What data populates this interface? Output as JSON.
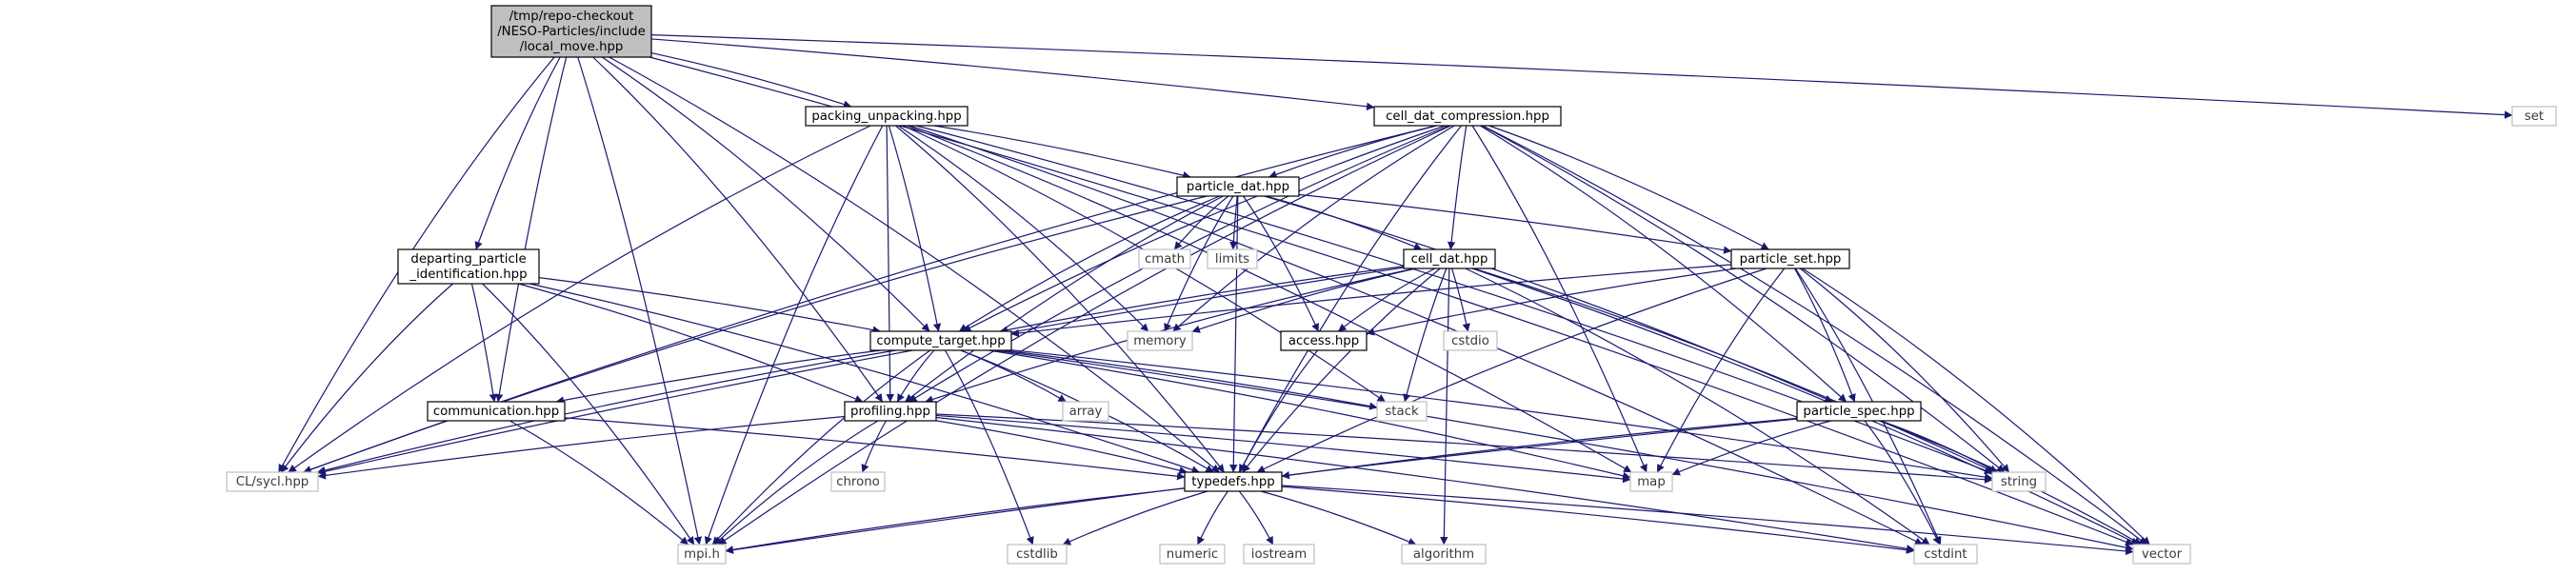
{
  "colors": {
    "edge": "#191970",
    "root_fill": "#bfbfbf",
    "node_border": "#000000",
    "system_border": "#bfbfbf"
  },
  "nodes": [
    {
      "id": "local_move",
      "lines": [
        "/tmp/repo-checkout",
        "/NESO-Particles/include",
        "/local_move.hpp"
      ],
      "kind": "root"
    },
    {
      "id": "packing_unpacking",
      "lines": [
        "packing_unpacking.hpp"
      ],
      "kind": "include"
    },
    {
      "id": "cell_dat_compression",
      "lines": [
        "cell_dat_compression.hpp"
      ],
      "kind": "include"
    },
    {
      "id": "set",
      "lines": [
        "set"
      ],
      "kind": "system"
    },
    {
      "id": "particle_dat",
      "lines": [
        "particle_dat.hpp"
      ],
      "kind": "include"
    },
    {
      "id": "departing",
      "lines": [
        "departing_particle",
        "_identification.hpp"
      ],
      "kind": "include"
    },
    {
      "id": "cmath",
      "lines": [
        "cmath"
      ],
      "kind": "system"
    },
    {
      "id": "limits",
      "lines": [
        "limits"
      ],
      "kind": "system"
    },
    {
      "id": "cell_dat",
      "lines": [
        "cell_dat.hpp"
      ],
      "kind": "include"
    },
    {
      "id": "particle_set",
      "lines": [
        "particle_set.hpp"
      ],
      "kind": "include"
    },
    {
      "id": "memory",
      "lines": [
        "memory"
      ],
      "kind": "system"
    },
    {
      "id": "access",
      "lines": [
        "access.hpp"
      ],
      "kind": "include"
    },
    {
      "id": "cstdio",
      "lines": [
        "cstdio"
      ],
      "kind": "system"
    },
    {
      "id": "compute_target",
      "lines": [
        "compute_target.hpp"
      ],
      "kind": "include"
    },
    {
      "id": "communication",
      "lines": [
        "communication.hpp"
      ],
      "kind": "include"
    },
    {
      "id": "array",
      "lines": [
        "array"
      ],
      "kind": "system"
    },
    {
      "id": "stack",
      "lines": [
        "stack"
      ],
      "kind": "system"
    },
    {
      "id": "profiling",
      "lines": [
        "profiling.hpp"
      ],
      "kind": "include"
    },
    {
      "id": "particle_spec",
      "lines": [
        "particle_spec.hpp"
      ],
      "kind": "include"
    },
    {
      "id": "cl_sycl",
      "lines": [
        "CL/sycl.hpp"
      ],
      "kind": "system"
    },
    {
      "id": "chrono",
      "lines": [
        "chrono"
      ],
      "kind": "system"
    },
    {
      "id": "typedefs",
      "lines": [
        "typedefs.hpp"
      ],
      "kind": "include"
    },
    {
      "id": "map",
      "lines": [
        "map"
      ],
      "kind": "system"
    },
    {
      "id": "string",
      "lines": [
        "string"
      ],
      "kind": "system"
    },
    {
      "id": "mpi",
      "lines": [
        "mpi.h"
      ],
      "kind": "system"
    },
    {
      "id": "cstdlib",
      "lines": [
        "cstdlib"
      ],
      "kind": "system"
    },
    {
      "id": "numeric",
      "lines": [
        "numeric"
      ],
      "kind": "system"
    },
    {
      "id": "iostream",
      "lines": [
        "iostream"
      ],
      "kind": "system"
    },
    {
      "id": "algorithm",
      "lines": [
        "algorithm"
      ],
      "kind": "system"
    },
    {
      "id": "cstdint",
      "lines": [
        "cstdint"
      ],
      "kind": "system"
    },
    {
      "id": "vector",
      "lines": [
        "vector"
      ],
      "kind": "system"
    }
  ],
  "edges": [
    [
      "local_move",
      "packing_unpacking"
    ],
    [
      "local_move",
      "cell_dat_compression"
    ],
    [
      "local_move",
      "set"
    ],
    [
      "local_move",
      "departing"
    ],
    [
      "local_move",
      "compute_target"
    ],
    [
      "local_move",
      "communication"
    ],
    [
      "local_move",
      "profiling"
    ],
    [
      "local_move",
      "cl_sycl"
    ],
    [
      "local_move",
      "mpi"
    ],
    [
      "local_move",
      "typedefs"
    ],
    [
      "local_move",
      "vector"
    ],
    [
      "packing_unpacking",
      "particle_dat"
    ],
    [
      "packing_unpacking",
      "compute_target"
    ],
    [
      "packing_unpacking",
      "profiling"
    ],
    [
      "packing_unpacking",
      "memory"
    ],
    [
      "packing_unpacking",
      "stack"
    ],
    [
      "packing_unpacking",
      "map"
    ],
    [
      "packing_unpacking",
      "string"
    ],
    [
      "packing_unpacking",
      "cstdint"
    ],
    [
      "packing_unpacking",
      "cl_sycl"
    ],
    [
      "packing_unpacking",
      "mpi"
    ],
    [
      "packing_unpacking",
      "typedefs"
    ],
    [
      "cell_dat_compression",
      "particle_dat"
    ],
    [
      "cell_dat_compression",
      "cell_dat"
    ],
    [
      "cell_dat_compression",
      "particle_set"
    ],
    [
      "cell_dat_compression",
      "particle_spec"
    ],
    [
      "cell_dat_compression",
      "compute_target"
    ],
    [
      "cell_dat_compression",
      "profiling"
    ],
    [
      "cell_dat_compression",
      "typedefs"
    ],
    [
      "cell_dat_compression",
      "memory"
    ],
    [
      "cell_dat_compression",
      "map"
    ],
    [
      "cell_dat_compression",
      "string"
    ],
    [
      "cell_dat_compression",
      "vector"
    ],
    [
      "cell_dat_compression",
      "cl_sycl"
    ],
    [
      "cell_dat_compression",
      "mpi"
    ],
    [
      "particle_dat",
      "cmath"
    ],
    [
      "particle_dat",
      "limits"
    ],
    [
      "particle_dat",
      "memory"
    ],
    [
      "particle_dat",
      "cell_dat"
    ],
    [
      "particle_dat",
      "particle_set"
    ],
    [
      "particle_dat",
      "access"
    ],
    [
      "particle_dat",
      "compute_target"
    ],
    [
      "particle_dat",
      "profiling"
    ],
    [
      "particle_dat",
      "typedefs"
    ],
    [
      "particle_dat",
      "particle_spec"
    ],
    [
      "particle_dat",
      "cl_sycl"
    ],
    [
      "departing",
      "compute_target"
    ],
    [
      "departing",
      "communication"
    ],
    [
      "departing",
      "profiling"
    ],
    [
      "departing",
      "typedefs"
    ],
    [
      "departing",
      "cl_sycl"
    ],
    [
      "departing",
      "mpi"
    ],
    [
      "cell_dat",
      "access"
    ],
    [
      "cell_dat",
      "cstdio"
    ],
    [
      "cell_dat",
      "memory"
    ],
    [
      "cell_dat",
      "compute_target"
    ],
    [
      "cell_dat",
      "profiling"
    ],
    [
      "cell_dat",
      "typedefs"
    ],
    [
      "cell_dat",
      "stack"
    ],
    [
      "cell_dat",
      "algorithm"
    ],
    [
      "cell_dat",
      "string"
    ],
    [
      "cell_dat",
      "vector"
    ],
    [
      "cell_dat",
      "cstdint"
    ],
    [
      "cell_dat",
      "cl_sycl"
    ],
    [
      "particle_set",
      "access"
    ],
    [
      "particle_set",
      "compute_target"
    ],
    [
      "particle_set",
      "particle_spec"
    ],
    [
      "particle_set",
      "typedefs"
    ],
    [
      "particle_set",
      "map"
    ],
    [
      "particle_set",
      "string"
    ],
    [
      "particle_set",
      "cstdint"
    ],
    [
      "particle_set",
      "vector"
    ],
    [
      "access",
      "typedefs"
    ],
    [
      "compute_target",
      "communication"
    ],
    [
      "compute_target",
      "profiling"
    ],
    [
      "compute_target",
      "array"
    ],
    [
      "compute_target",
      "stack"
    ],
    [
      "compute_target",
      "typedefs"
    ],
    [
      "compute_target",
      "cl_sycl"
    ],
    [
      "compute_target",
      "mpi"
    ],
    [
      "compute_target",
      "cstdlib"
    ],
    [
      "compute_target",
      "map"
    ],
    [
      "compute_target",
      "string"
    ],
    [
      "compute_target",
      "vector"
    ],
    [
      "communication",
      "typedefs"
    ],
    [
      "communication",
      "mpi"
    ],
    [
      "profiling",
      "chrono"
    ],
    [
      "profiling",
      "typedefs"
    ],
    [
      "profiling",
      "map"
    ],
    [
      "profiling",
      "string"
    ],
    [
      "profiling",
      "mpi"
    ],
    [
      "profiling",
      "cl_sycl"
    ],
    [
      "profiling",
      "cstdint"
    ],
    [
      "particle_spec",
      "typedefs"
    ],
    [
      "particle_spec",
      "map"
    ],
    [
      "particle_spec",
      "string"
    ],
    [
      "particle_spec",
      "cstdint"
    ],
    [
      "particle_spec",
      "vector"
    ],
    [
      "particle_spec",
      "mpi"
    ],
    [
      "typedefs",
      "mpi"
    ],
    [
      "typedefs",
      "cstdlib"
    ],
    [
      "typedefs",
      "numeric"
    ],
    [
      "typedefs",
      "iostream"
    ],
    [
      "typedefs",
      "algorithm"
    ],
    [
      "typedefs",
      "cstdint"
    ],
    [
      "typedefs",
      "vector"
    ]
  ]
}
